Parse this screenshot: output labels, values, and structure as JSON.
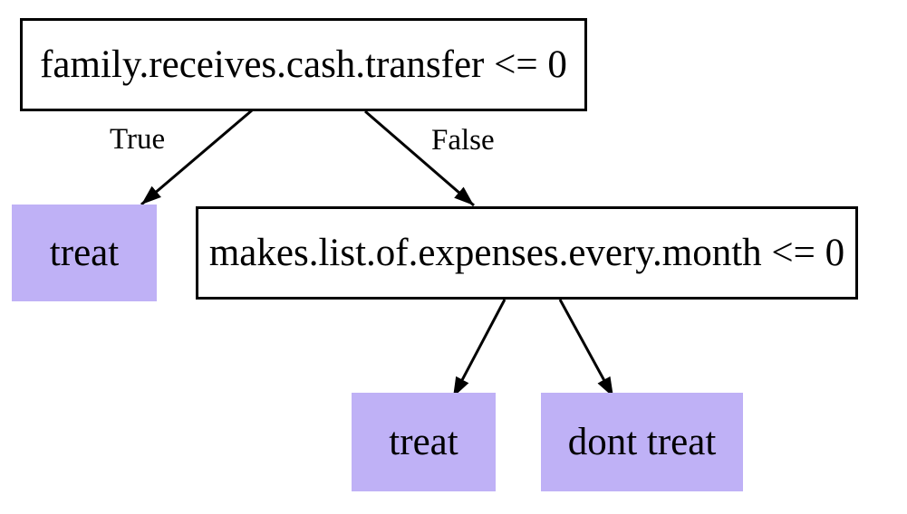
{
  "tree": {
    "title": "decision-tree",
    "nodes": [
      {
        "id": "root",
        "kind": "decision",
        "label": "family.receives.cash.transfer <= 0"
      },
      {
        "id": "leaf-true",
        "kind": "leaf",
        "label": "treat"
      },
      {
        "id": "internal",
        "kind": "decision",
        "label": "makes.list.of.expenses.every.month <= 0"
      },
      {
        "id": "leaf-left",
        "kind": "leaf",
        "label": "treat"
      },
      {
        "id": "leaf-right",
        "kind": "leaf",
        "label": "dont treat"
      }
    ],
    "edges": [
      {
        "from": "root",
        "to": "leaf-true",
        "label": "True"
      },
      {
        "from": "root",
        "to": "internal",
        "label": "False"
      },
      {
        "from": "internal",
        "to": "leaf-left",
        "label": ""
      },
      {
        "from": "internal",
        "to": "leaf-right",
        "label": ""
      }
    ],
    "colors": {
      "background": "#ffffff",
      "node_fill": "#ffffff",
      "node_border": "#000000",
      "leaf_fill": "#bfb1f6",
      "edge_stroke": "#000000",
      "text": "#000000"
    }
  }
}
